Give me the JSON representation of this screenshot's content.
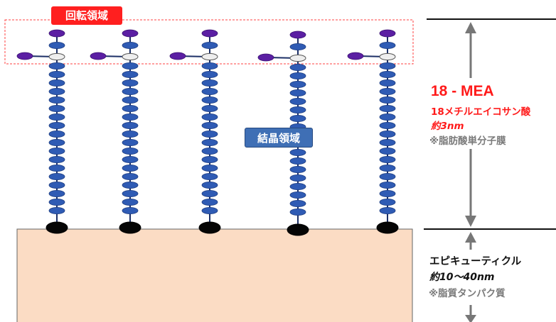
{
  "diagram": {
    "rotation_region_label": "回転領域",
    "crystal_region_label": "結晶領域",
    "chain_count": 5,
    "colors": {
      "substrate": "#fbdcc4",
      "segment": "#2f5bb4",
      "head": "#050505",
      "end_group": "#5b1fa3",
      "branch_node": "#eeeeee",
      "rotation_label_bg": "#ff1f1f",
      "crystal_label_bg": "#3f6fb5",
      "rotation_box_border": "#ff4040"
    }
  },
  "legend": {
    "mea_title": "18 - MEA",
    "mea_name": "18メチルエイコサン酸",
    "mea_thickness": "約3nm",
    "mea_note": "※脂肪酸単分子膜",
    "epi_title": "エピキューティクル",
    "epi_thickness": "約10～40nm",
    "epi_note": "※脂質タンパク質"
  }
}
